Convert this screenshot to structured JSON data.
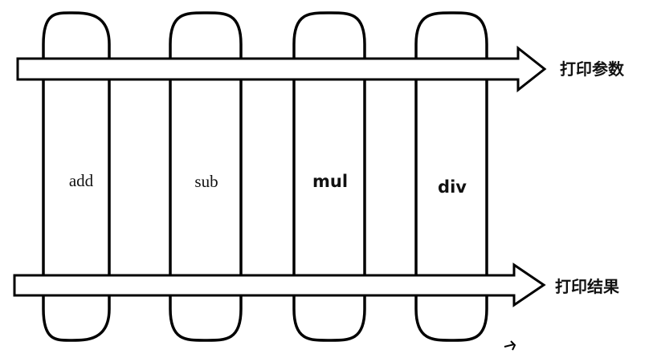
{
  "diagram": {
    "pills": [
      {
        "label": "add",
        "style": "serif"
      },
      {
        "label": "sub",
        "style": "serif"
      },
      {
        "label": "mul",
        "style": "sans"
      },
      {
        "label": "div",
        "style": "sans"
      }
    ],
    "arrows": [
      {
        "label": "打印参数"
      },
      {
        "label": "打印结果"
      }
    ]
  }
}
